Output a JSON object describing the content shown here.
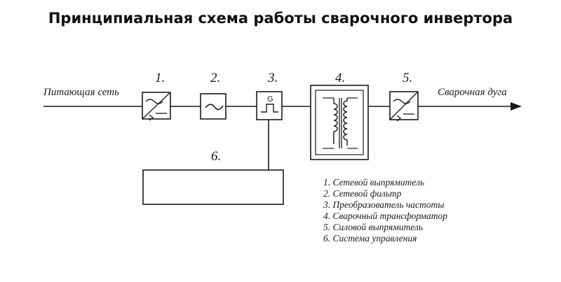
{
  "title": "Принципиальная схема работы сварочного инвертора",
  "diagram": {
    "input_label": "Питающая сеть",
    "output_label": "Сварочная дуга",
    "block_numbers": [
      "1.",
      "2.",
      "3.",
      "4.",
      "5.",
      "6."
    ],
    "generator_letter": "G",
    "legend": [
      "1. Сетевой выпрямитель",
      "2. Сетевой фильтр",
      "3. Преобразователь частоты",
      "4. Сварочный трансформатор",
      "5. Силовой выпрямитель",
      "6. Система управления"
    ]
  },
  "colors": {
    "line": "#1a1a1a",
    "background": "#ffffff"
  }
}
